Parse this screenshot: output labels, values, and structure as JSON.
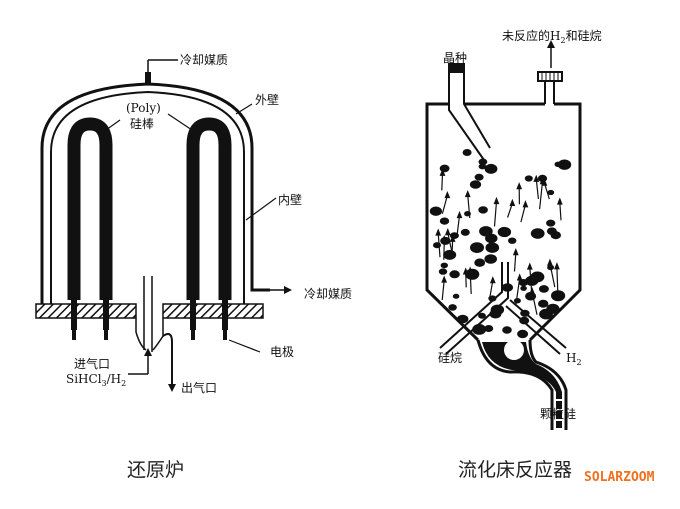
{
  "reduction_furnace": {
    "caption": "还原炉",
    "labels": {
      "coolant_top": "冷却媒质",
      "outer_wall": "外壁",
      "poly_rod_line1": "(Poly)",
      "poly_rod_line2": "硅棒",
      "inner_wall": "内壁",
      "coolant_side": "冷却媒质",
      "inlet_line1": "进气口",
      "inlet_line2": "SiHCl",
      "inlet_sub1": "3",
      "inlet_line2b": "/H",
      "inlet_sub2": "2",
      "outlet": "出气口",
      "electrode": "电极"
    }
  },
  "fluidized_bed_reactor": {
    "caption": "流化床反应器",
    "labels": {
      "unreacted_prefix": "未反应的H",
      "unreacted_sub": "2",
      "unreacted_suffix": "和硅烷",
      "seed": "晶种",
      "silane": "硅烷",
      "h2": "H",
      "h2_sub": "2",
      "granular_si": "颗粒硅"
    }
  },
  "watermark": {
    "text": "SOLARZOOM",
    "color": "#f07020"
  }
}
